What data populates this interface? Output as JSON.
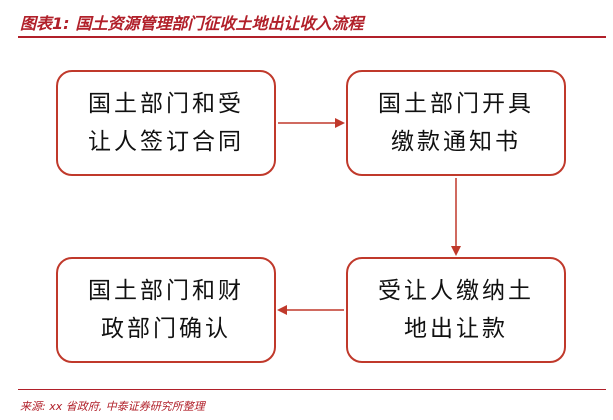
{
  "figure": {
    "label": "图表1:",
    "title": "国土资源管理部门征收土地出让收入流程"
  },
  "steps": [
    {
      "text": "国土部门和受\n让人签订合同"
    },
    {
      "text": "国土部门开具\n缴款通知书"
    },
    {
      "text": "受让人缴纳土\n地出让款"
    },
    {
      "text": "国土部门和财\n政部门确认"
    }
  ],
  "source": "来源: xx 省政府, 中泰证券研究所整理",
  "colors": {
    "accent": "#b1202a",
    "box_border": "#c0392b",
    "text": "#111111"
  }
}
